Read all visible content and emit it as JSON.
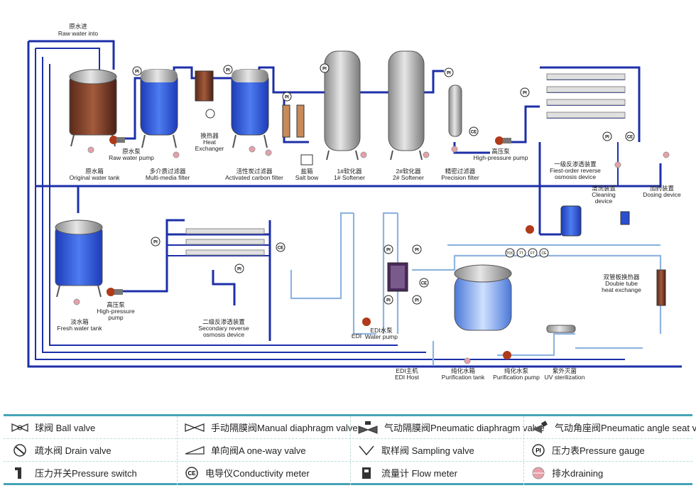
{
  "labels": {
    "raw_in": [
      "原水进",
      "Raw water into"
    ],
    "orig_tank": [
      "原水箱",
      "Original water tank"
    ],
    "raw_pump": [
      "原水泵",
      "Raw water pump"
    ],
    "mm_filter": [
      "多介质过滤器",
      "Multi-media filter"
    ],
    "heat_ex": [
      "换热器",
      "Heat",
      "Exchanger"
    ],
    "carbon": [
      "活性炭过滤器",
      "Activated carbon filter"
    ],
    "salt": [
      "盐箱",
      "Salt bow"
    ],
    "soft1": [
      "1#软化器",
      "1# Softener"
    ],
    "soft2": [
      "2#软化器",
      "2# Softener"
    ],
    "precision": [
      "精密过滤器",
      "Precision filter"
    ],
    "hp_pump1": [
      "高压泵",
      "High-pressure pump"
    ],
    "first_ro": [
      "一级反渗透装置",
      "Fiest-order reverse",
      "osmosis device"
    ],
    "cleaning": [
      "清洗装置",
      "Cleaning",
      "device"
    ],
    "dosing": [
      "加药装置",
      "Dosing device"
    ],
    "hp_pump2": [
      "高压泵",
      "High-pressure",
      "pump"
    ],
    "fresh_tank": [
      "淡水箱",
      "Fresh water tank"
    ],
    "second_ro": [
      "二级反渗透装置",
      "Secondary reverse",
      "osmosis device"
    ],
    "edi": "EDI",
    "edi_pump": [
      "EDI水泵",
      "Water pump"
    ],
    "edi_host": [
      "EDI主机",
      "EDI Host"
    ],
    "purif_tank": [
      "纯化水箱",
      "Purification tank"
    ],
    "purif_pump": [
      "纯化水泵",
      "Purification pump"
    ],
    "uv": [
      "紫外灭菌",
      "UV sterilization"
    ],
    "double_tube": [
      "双管板换热器",
      "Doubie tube",
      "heat exchange"
    ],
    "sensors": [
      "TOC",
      "TT",
      "FT",
      "CE"
    ],
    "pi": "PI",
    "ce": "CE"
  },
  "legend": [
    [
      {
        "icon": "ball-valve",
        "text": "球阀 Ball valve"
      },
      {
        "icon": "manual-diaphragm-valve",
        "text": "手动隔膜阀Manual diaphragm valve"
      },
      {
        "icon": "pneumatic-diaphragm-valve",
        "text": "气动隔膜阀Pneumatic diaphragm valve"
      },
      {
        "icon": "pneumatic-angle-valve",
        "text": "气动角座阀Pneumatic angle seat valve"
      }
    ],
    [
      {
        "icon": "drain-valve",
        "text": "疏水阀 Drain valve"
      },
      {
        "icon": "one-way-valve",
        "text": "单向阀A one-way valve"
      },
      {
        "icon": "sampling-valve",
        "text": "取样阀 Sampling valve"
      },
      {
        "icon": "pressure-gauge",
        "text": "压力表Pressure gauge"
      }
    ],
    [
      {
        "icon": "pressure-switch",
        "text": "压力开关Pressure switch"
      },
      {
        "icon": "conductivity-meter",
        "text": "电导仪Conductivity meter"
      },
      {
        "icon": "flow-meter",
        "text": "流量计 Flow meter"
      },
      {
        "icon": "draining",
        "text": "排水draining"
      }
    ]
  ],
  "colors": {
    "pipe": "#1d2fa8",
    "light_pipe": "#8fb4e0",
    "legend_border": "#45a3b8",
    "tank_water": "#2c4fd0"
  }
}
